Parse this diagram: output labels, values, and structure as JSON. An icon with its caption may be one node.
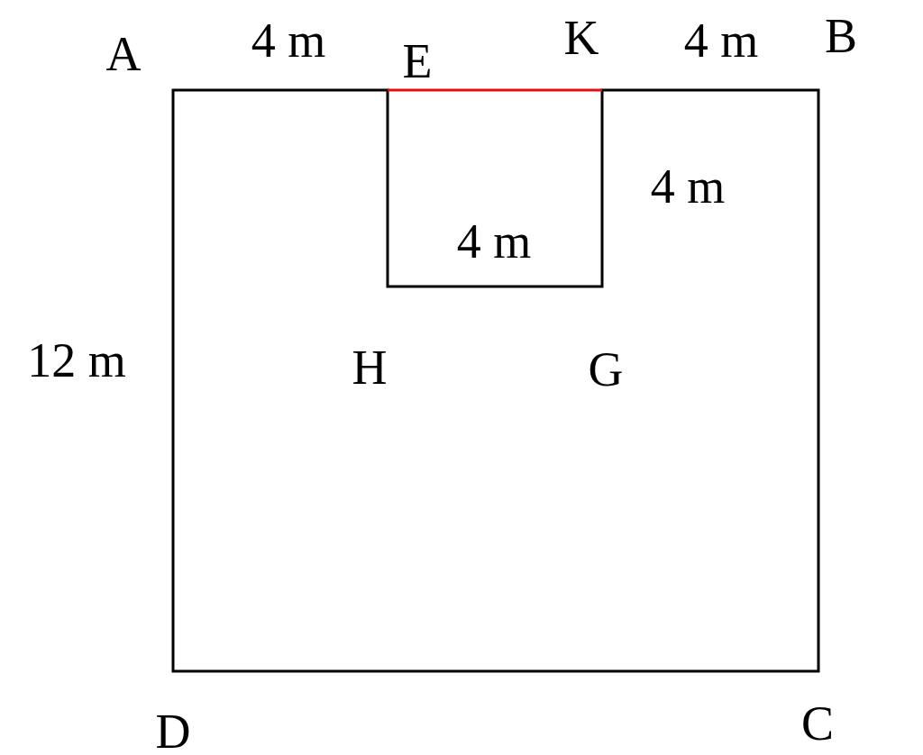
{
  "diagram": {
    "labels": [
      "A",
      "4 m",
      "E",
      "K",
      "4 m",
      "B",
      "4 m",
      "4 m",
      "12 m",
      "H",
      "G",
      "D",
      "C"
    ]
  }
}
